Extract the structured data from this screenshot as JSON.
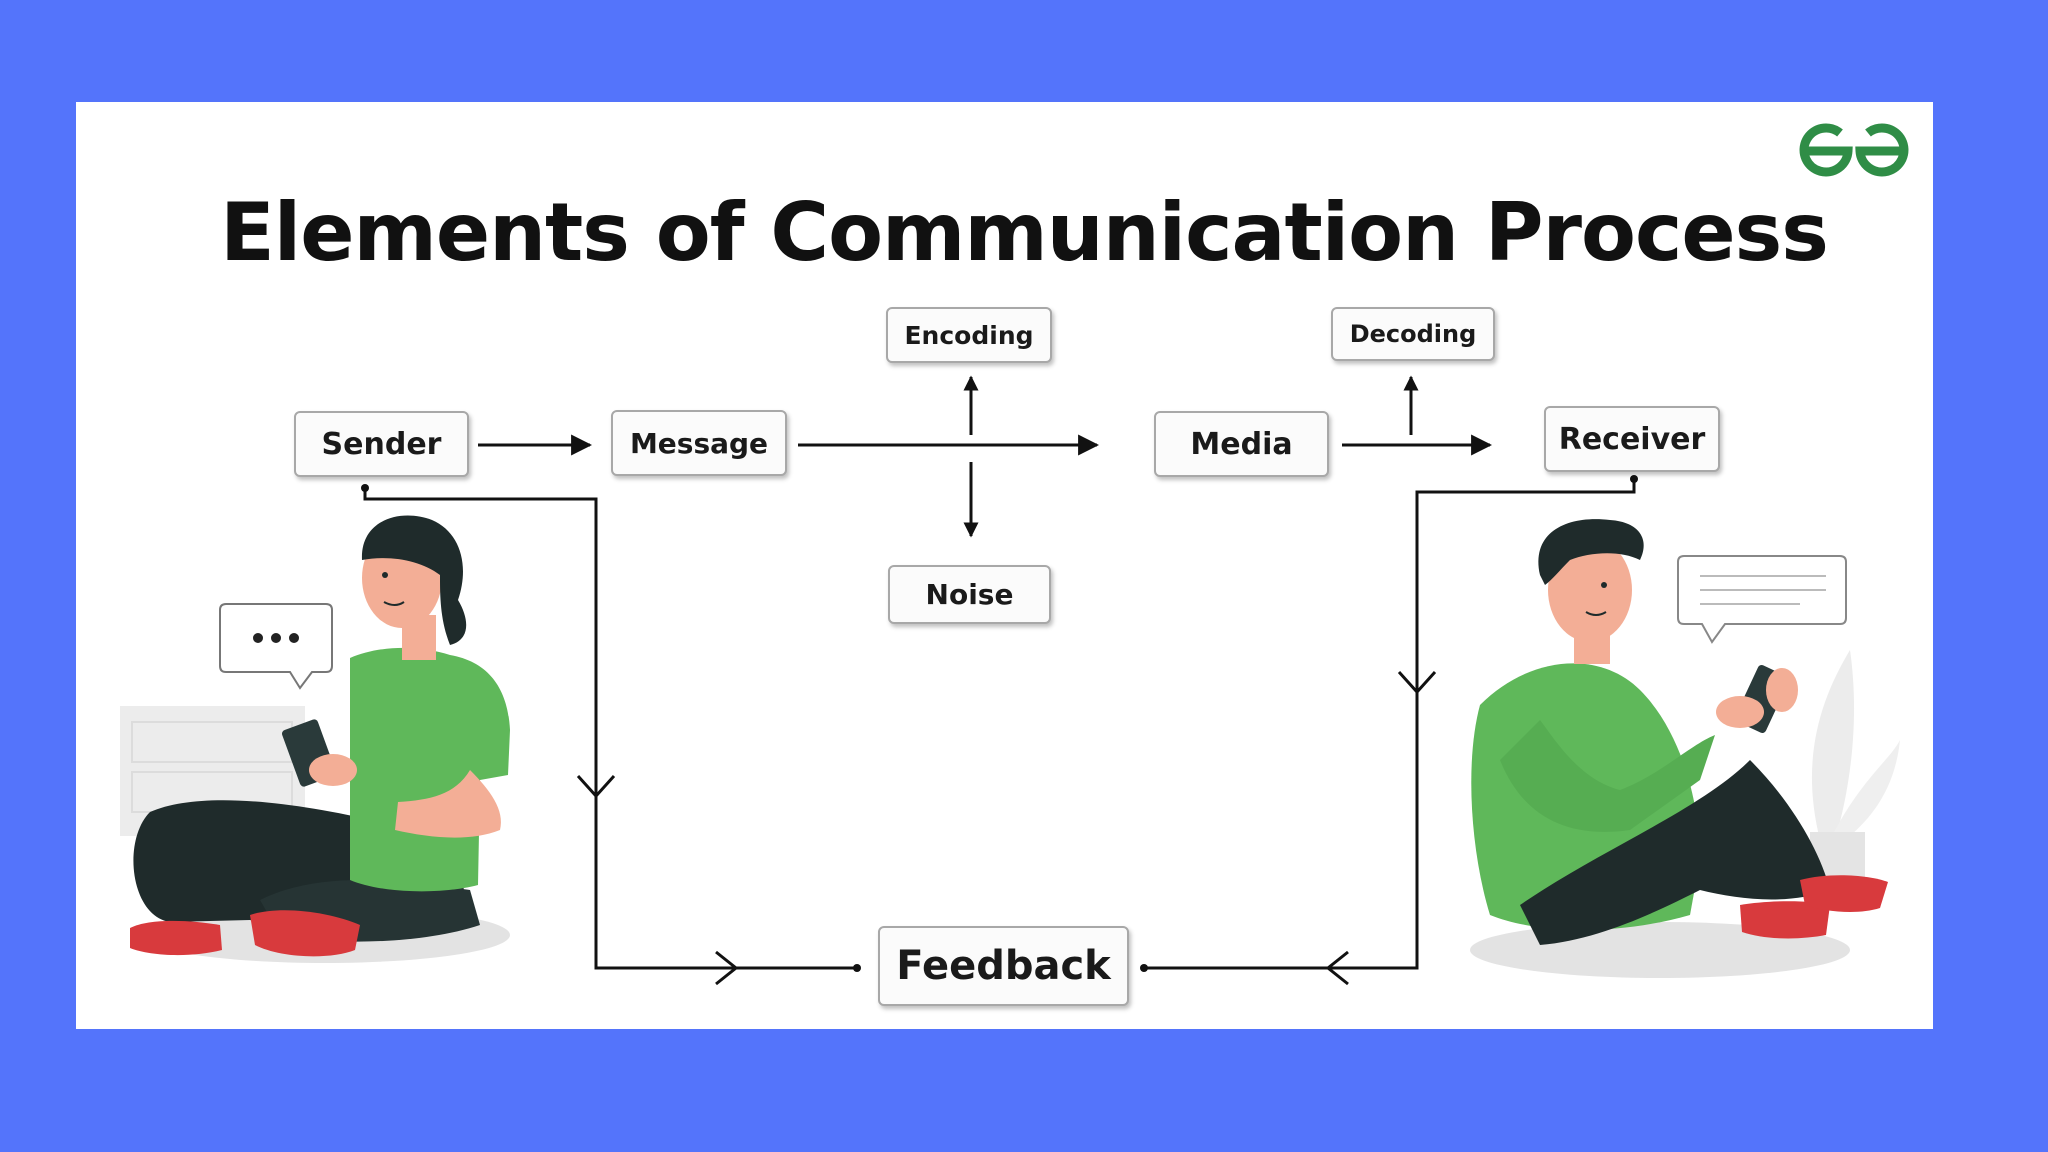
{
  "title": "Elements of Communication Process",
  "colors": {
    "background": "#5474fb",
    "card": "#ffffff",
    "logo": "#2f8d46",
    "accent_green": "#5fb85a",
    "accent_red": "#e2353c"
  },
  "logo": {
    "icon": "geeksforgeeks-logo-icon"
  },
  "nodes": {
    "sender": "Sender",
    "message": "Message",
    "encoding": "Encoding",
    "noise": "Noise",
    "media": "Media",
    "decoding": "Decoding",
    "receiver": "Receiver",
    "feedback": "Feedback"
  },
  "illustrations": {
    "sender_person": "woman-with-phone-illustration",
    "receiver_person": "man-with-phone-illustration",
    "sender_bubble": "typing-speech-bubble-icon",
    "receiver_bubble": "message-speech-bubble-icon"
  }
}
